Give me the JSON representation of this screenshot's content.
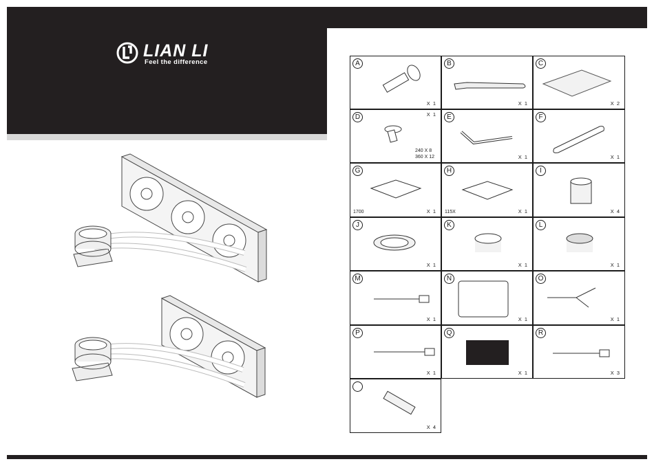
{
  "brand": {
    "name": "LIAN LI",
    "tagline": "Feel the difference"
  },
  "colors": {
    "dark": "#231f20",
    "strip": "#d8d8d8",
    "line": "#1a1a1a"
  },
  "accessories": [
    {
      "letter": "A",
      "qty": "X 1",
      "icon": "thumbscrew-icon"
    },
    {
      "letter": "B",
      "qty": "X 1",
      "icon": "spatula-icon"
    },
    {
      "letter": "C",
      "qty": "X 2",
      "icon": "thermal-pad-icon"
    },
    {
      "letter": "D",
      "qty": "X 1",
      "icon": "screw-icon",
      "note1": "240 X 8",
      "note2": "360 X 12"
    },
    {
      "letter": "E",
      "qty": "X 1",
      "icon": "amd-bracket-icon"
    },
    {
      "letter": "F",
      "qty": "X 1",
      "icon": "wrench-icon"
    },
    {
      "letter": "G",
      "qty": "X 1",
      "icon": "backplate-1700-icon",
      "note1": "1700"
    },
    {
      "letter": "H",
      "qty": "X 1",
      "icon": "backplate-115x-icon",
      "note1": "115X"
    },
    {
      "letter": "I",
      "qty": "X 4",
      "icon": "standoff-icon"
    },
    {
      "letter": "J",
      "qty": "X 1",
      "icon": "ring-icon"
    },
    {
      "letter": "K",
      "qty": "X 1",
      "icon": "cap-icon"
    },
    {
      "letter": "L",
      "qty": "X 1",
      "icon": "mirror-cap-icon"
    },
    {
      "letter": "M",
      "qty": "X 1",
      "icon": "usb-cable-icon"
    },
    {
      "letter": "N",
      "qty": "X 1",
      "icon": "controller-hub-icon"
    },
    {
      "letter": "O",
      "qty": "X 1",
      "icon": "splitter-cable-icon"
    },
    {
      "letter": "P",
      "qty": "X 1",
      "icon": "extension-cable-icon"
    },
    {
      "letter": "Q",
      "qty": "X 1",
      "icon": "adhesive-pad-icon"
    },
    {
      "letter": "R",
      "qty": "X 3",
      "icon": "fan-cable-icon"
    },
    {
      "letter": "",
      "qty": "X 4",
      "icon": "long-screw-icon"
    }
  ]
}
